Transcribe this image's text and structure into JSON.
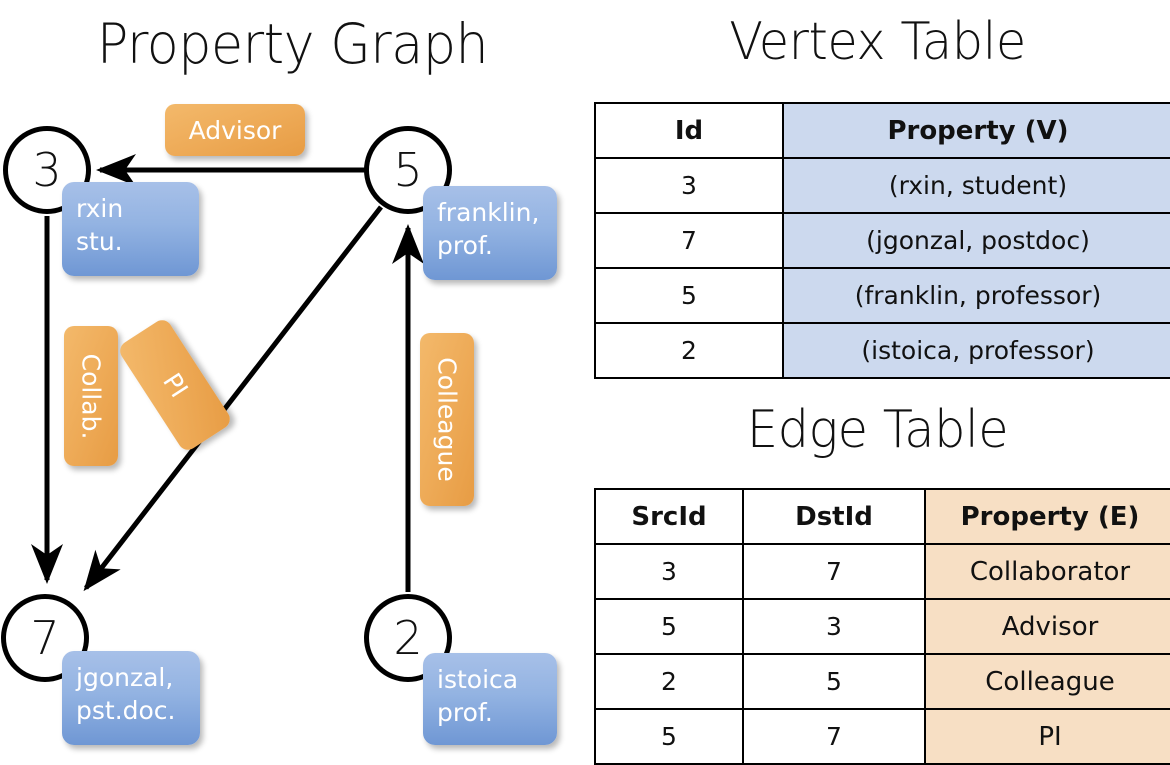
{
  "titles": {
    "property_graph": "Property Graph",
    "vertex_table": "Vertex Table",
    "edge_table": "Edge Table"
  },
  "graph": {
    "nodes": [
      {
        "id": "3",
        "label": "3",
        "property_line1": "rxin",
        "property_line2": "stu."
      },
      {
        "id": "5",
        "label": "5",
        "property_line1": "franklin,",
        "property_line2": "prof."
      },
      {
        "id": "7",
        "label": "7",
        "property_line1": "jgonzal,",
        "property_line2": "pst.doc."
      },
      {
        "id": "2",
        "label": "2",
        "property_line1": "istoica",
        "property_line2": "prof."
      }
    ],
    "edge_labels": {
      "advisor": "Advisor",
      "collab": "Collab.",
      "pi": "PI",
      "colleague": "Colleague"
    },
    "colors": {
      "node_property_box": "#93b3e2",
      "edge_label_box": "#eeab58",
      "stroke": "#000000"
    }
  },
  "vertex_table": {
    "headers": [
      "Id",
      "Property (V)"
    ],
    "rows": [
      {
        "id": "3",
        "property": "(rxin, student)"
      },
      {
        "id": "7",
        "property": "(jgonzal, postdoc)"
      },
      {
        "id": "5",
        "property": "(franklin, professor)"
      },
      {
        "id": "2",
        "property": "(istoica, professor)"
      }
    ],
    "property_column_color": "#ccd9ee"
  },
  "edge_table": {
    "headers": [
      "SrcId",
      "DstId",
      "Property (E)"
    ],
    "rows": [
      {
        "src": "3",
        "dst": "7",
        "property": "Collaborator"
      },
      {
        "src": "5",
        "dst": "3",
        "property": "Advisor"
      },
      {
        "src": "2",
        "dst": "5",
        "property": "Colleague"
      },
      {
        "src": "5",
        "dst": "7",
        "property": "PI"
      }
    ],
    "property_column_color": "#f7dfc4"
  }
}
